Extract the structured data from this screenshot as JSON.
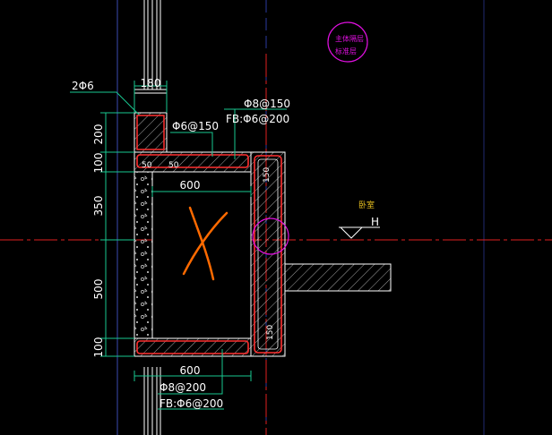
{
  "canvas": {
    "background": "#000000"
  },
  "colors": {
    "dimension": "#19c890",
    "outline": "#ffffff",
    "rebar": "#ff3030",
    "center": "#e02020",
    "magenta": "#e010e0",
    "handwriting": "#ff6a00",
    "text": "#ffffff",
    "gridBlue": "#3a4ab0"
  },
  "labels": {
    "top_width": "180",
    "corner_bars": "2Φ6",
    "stirrup_upper": "Φ6@150",
    "stirrup_right": "Φ8@150",
    "fb_top": "FB:Φ6@200",
    "bottom_stirrup": "Φ8@200",
    "fb_bottom": "FB:Φ6@200",
    "width_top": "600",
    "width_bottom": "600",
    "cover_left": "50",
    "cover_right": "50",
    "side_top": "150",
    "side_bottom": "150",
    "level_mark": "H",
    "room_label": "卧室",
    "stamp_line1": "主体隔层",
    "stamp_line2": "标准层"
  },
  "dimensions_left": [
    "200",
    "100",
    "350",
    "500",
    "100"
  ],
  "icons": {
    "cross_mark": "handwritten-x-icon",
    "level_symbol": "elevation-triangle-icon"
  }
}
